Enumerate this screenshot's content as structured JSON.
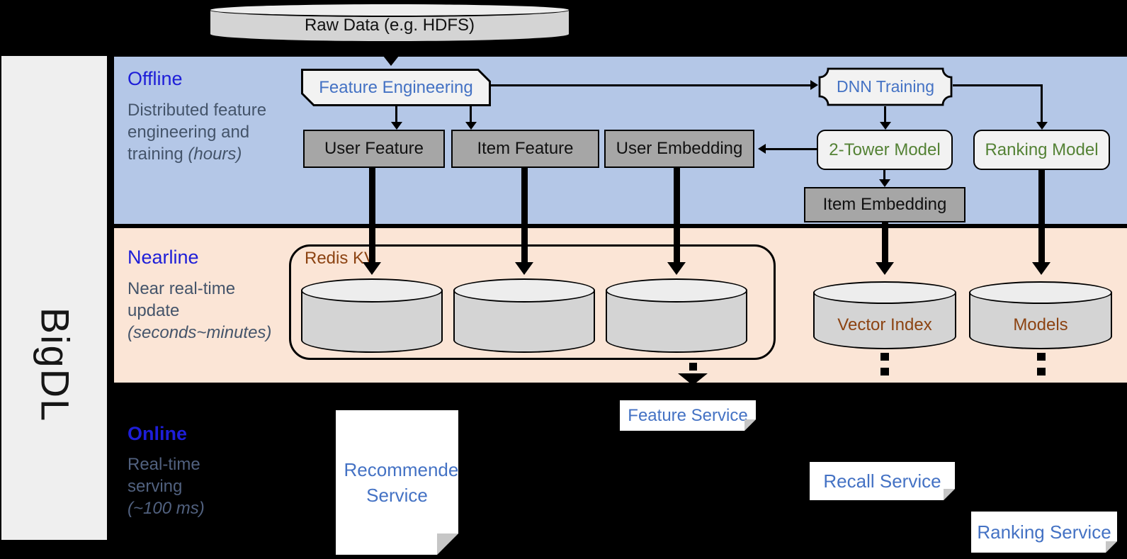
{
  "brand": "BigDL",
  "source_db": "Raw Data (e.g. HDFS)",
  "sections": {
    "offline": {
      "title": "Offline",
      "desc": "Distributed feature engineering and training ",
      "desc_note": "(hours)"
    },
    "nearline": {
      "title": "Nearline",
      "desc": "Near real-time update ",
      "desc_note": "(seconds~minutes)"
    },
    "online": {
      "title": "Online",
      "desc": "Real-time serving ",
      "desc_note": "(~100 ms)"
    }
  },
  "nodes": {
    "feature_engineering": "Feature Engineering",
    "dnn_training": "DNN Training",
    "user_feature": "User Feature",
    "item_feature": "Item Feature",
    "user_embedding": "User Embedding",
    "two_tower_model": "2-Tower Model",
    "ranking_model": "Ranking Model",
    "item_embedding": "Item Embedding",
    "redis_kv": "Redis KV",
    "vector_index": "Vector Index",
    "models": "Models",
    "recommender_service": "Recommender Service",
    "feature_service": "Feature Service",
    "recall_service": "Recall Service",
    "ranking_service": "Ranking Service"
  },
  "colors": {
    "background": "#000000",
    "sidebar": "#efefef",
    "band_offline": "#b4c7e7",
    "band_nearline": "#fbe5d6",
    "section_title_blue": "#1e1ed8",
    "section_desc_slate": "#44546a",
    "node_gray": "#a6a6a6",
    "node_light": "#f2f2f2",
    "accent_blue": "#4472c4",
    "accent_green": "#548235",
    "accent_brown": "#8c4312",
    "cylinder_gray": "#d4d4d4"
  }
}
